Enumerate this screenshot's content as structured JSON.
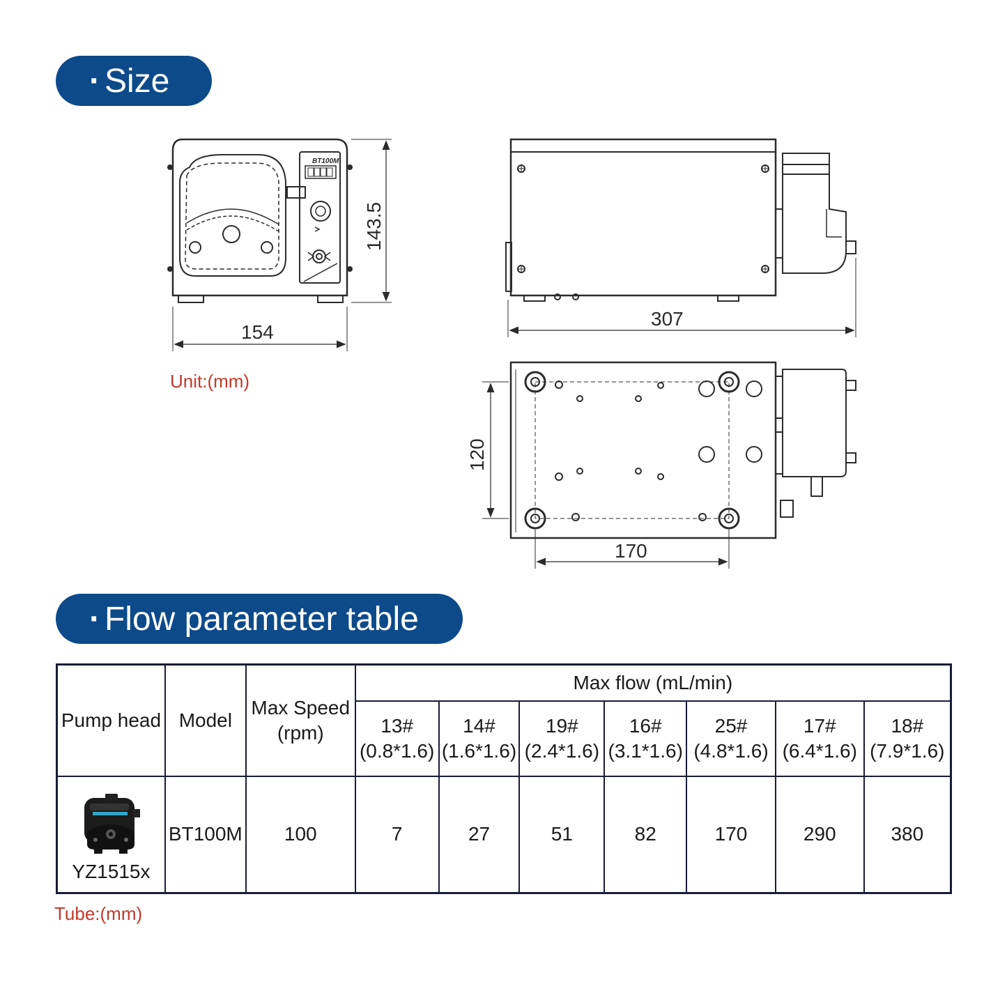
{
  "sections": {
    "size_title": "Size",
    "flow_title": "Flow parameter table",
    "bullet": "·"
  },
  "drawing": {
    "front_label": "BT100M",
    "dim_width": "154",
    "dim_height": "143.5",
    "dim_length": "307",
    "dim_depth": "120",
    "dim_hole_span": "170",
    "unit_note": "Unit:(mm)"
  },
  "table": {
    "headers": {
      "pump_head": "Pump head",
      "model": "Model",
      "max_speed_line1": "Max Speed",
      "max_speed_line2": "(rpm)",
      "max_flow": "Max flow (mL/min)"
    },
    "tubes": [
      {
        "size": "13#",
        "dims": "(0.8*1.6)"
      },
      {
        "size": "14#",
        "dims": "(1.6*1.6)"
      },
      {
        "size": "19#",
        "dims": "(2.4*1.6)"
      },
      {
        "size": "16#",
        "dims": "(3.1*1.6)"
      },
      {
        "size": "25#",
        "dims": "(4.8*1.6)"
      },
      {
        "size": "17#",
        "dims": "(6.4*1.6)"
      },
      {
        "size": "18#",
        "dims": "(7.9*1.6)"
      }
    ],
    "row": {
      "pump_head": "YZ1515x",
      "model": "BT100M",
      "max_speed": "100",
      "flows": [
        "7",
        "27",
        "51",
        "82",
        "170",
        "290",
        "380"
      ]
    },
    "tube_note": "Tube:(mm)"
  }
}
